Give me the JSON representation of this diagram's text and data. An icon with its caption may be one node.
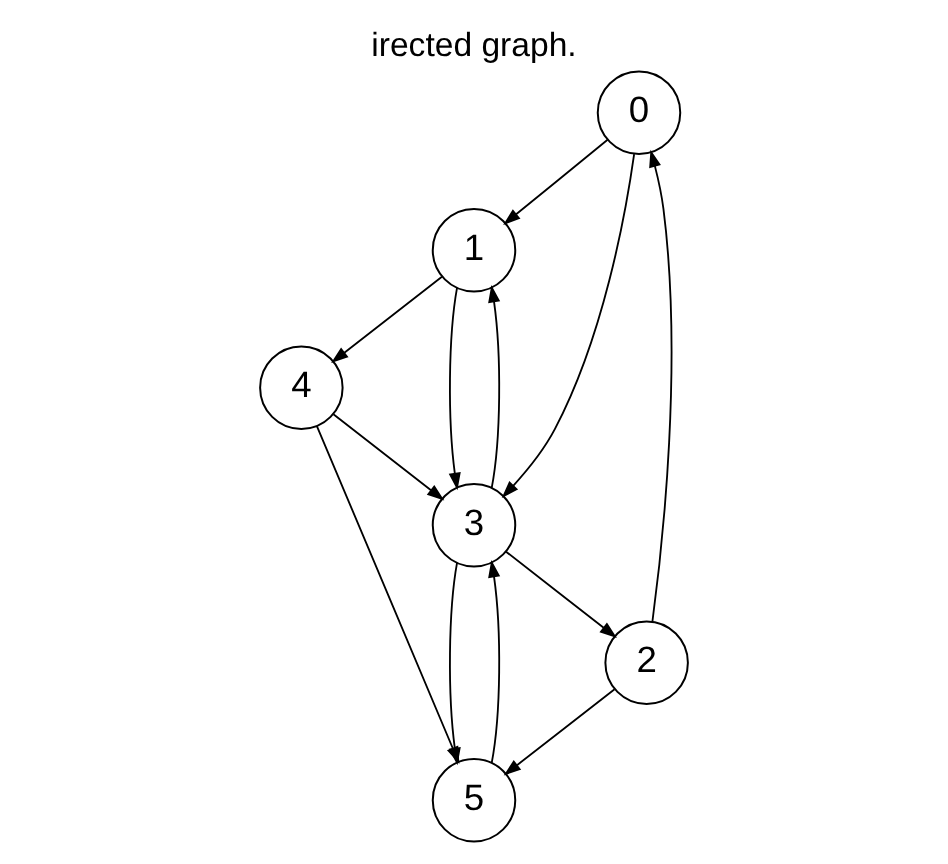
{
  "diagram": {
    "title": "irected graph.",
    "nodes": [
      {
        "text": [
          "0"
        ]
      },
      {
        "text": [
          "1"
        ]
      },
      {
        "text": [
          "2"
        ]
      },
      {
        "text": [
          "3"
        ]
      },
      {
        "text": [
          "4"
        ]
      },
      {
        "text": [
          "5"
        ]
      }
    ],
    "edges": [
      {
        "from": 0,
        "to": 1,
        "arrow": "to"
      },
      {
        "from": 0,
        "to": 3,
        "arrow": "to"
      },
      {
        "from": 1,
        "to": 4,
        "arrow": "to"
      },
      {
        "from": 1,
        "to": 3,
        "arrow": "to"
      },
      {
        "from": 3,
        "to": 1,
        "arrow": "to"
      },
      {
        "from": 4,
        "to": 3,
        "arrow": "to"
      },
      {
        "from": 4,
        "to": 5,
        "arrow": "to"
      },
      {
        "from": 3,
        "to": 2,
        "arrow": "to"
      },
      {
        "from": 3,
        "to": 5,
        "arrow": "to"
      },
      {
        "from": 5,
        "to": 3,
        "arrow": "to"
      },
      {
        "from": 2,
        "to": 0,
        "arrow": "to"
      },
      {
        "from": 2,
        "to": 5,
        "arrow": "to"
      }
    ]
  }
}
